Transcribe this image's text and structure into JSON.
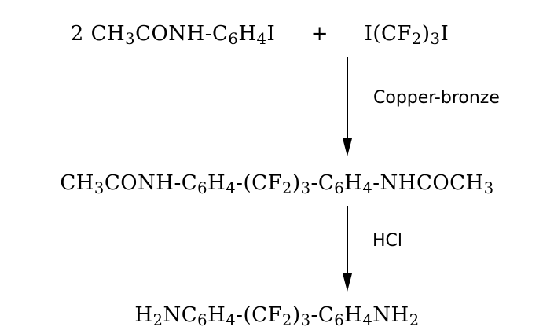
{
  "reaction": {
    "reactants": [
      {
        "coefficient": "2",
        "parts": [
          [
            "CH",
            "3",
            "CONH-C",
            "6",
            "H",
            "4",
            "I"
          ]
        ]
      },
      {
        "parts": [
          [
            "I(CF",
            "2",
            ")",
            "3",
            "I"
          ]
        ]
      }
    ],
    "plus": "+",
    "step1_condition": "Copper-bronze",
    "intermediate": [
      "CH",
      "3",
      "CONH-C",
      "6",
      "H",
      "4",
      "-(CF",
      "2",
      ")",
      "3",
      "-C",
      "6",
      "H",
      "4",
      "-NHCOCH",
      "3"
    ],
    "step2_condition": "HCl",
    "product": [
      "H",
      "2",
      "NC",
      "6",
      "H",
      "4",
      "-(CF",
      "2",
      ")",
      "3",
      "-C",
      "6",
      "H",
      "4",
      "NH",
      "2"
    ]
  },
  "colors": {
    "ink": "#000000",
    "background": "#ffffff"
  }
}
